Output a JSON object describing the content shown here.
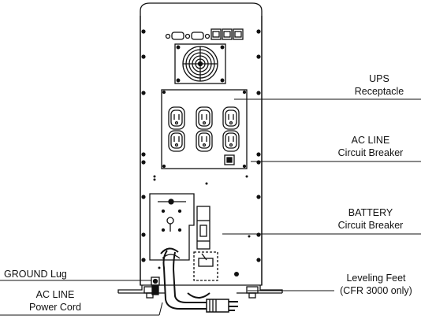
{
  "labels": {
    "ups_receptacle": [
      "UPS",
      "Receptacle"
    ],
    "ac_line_breaker": [
      "AC LINE",
      "Circuit Breaker"
    ],
    "battery_breaker": [
      "BATTERY",
      "Circuit Breaker"
    ],
    "ground_lug": "GROUND Lug",
    "ac_line_cord": [
      "AC LINE",
      "Power Cord"
    ],
    "leveling_feet": [
      "Leveling Feet",
      "(CFR 3000 only)"
    ]
  }
}
